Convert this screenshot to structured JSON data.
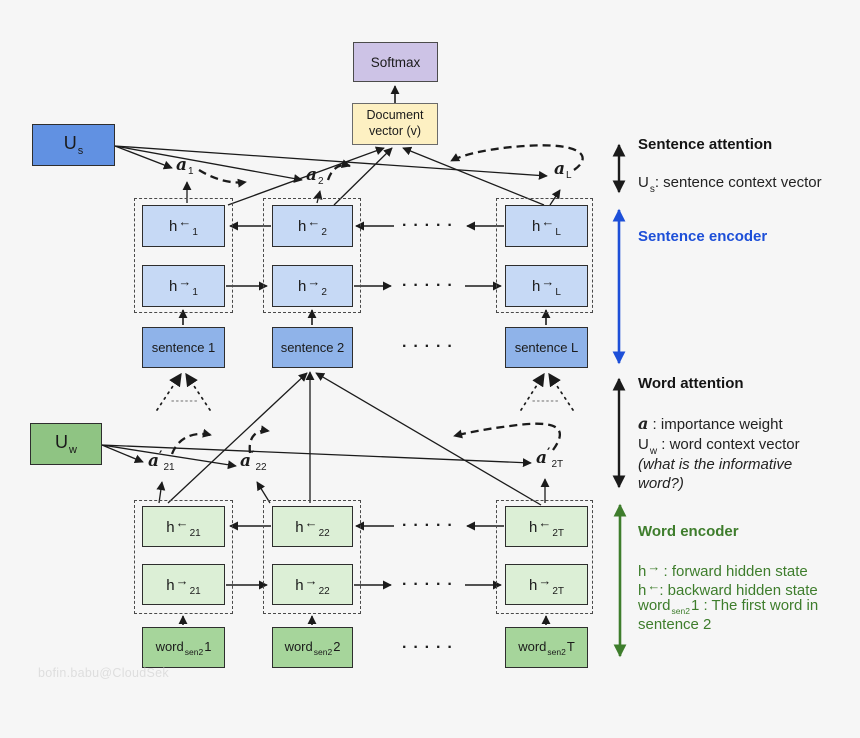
{
  "colors": {
    "background": "#f6f6f6",
    "softmax_fill": "#cdc3e6",
    "doc_fill": "#fdf0c2",
    "us_fill": "#6191e2",
    "uw_fill": "#8fc483",
    "sentence_h_fill": "#c6d9f5",
    "sentence_input_fill": "#8fb3e9",
    "word_h_fill": "#dcefd6",
    "word_input_fill": "#a6d59b",
    "blue_accent": "#1d4fd8",
    "green_accent": "#3e7d2c"
  },
  "nodes": {
    "softmax": "Softmax",
    "doc_line1": "Document",
    "doc_line2": "vector (v)",
    "us": {
      "base": "U",
      "sub": "s"
    },
    "uw": {
      "base": "U",
      "sub": "w"
    }
  },
  "sentence_attention": {
    "weights": [
      {
        "base": "a",
        "sub": "1"
      },
      {
        "base": "a",
        "sub": "2"
      },
      {
        "base": "a",
        "sub": "L"
      }
    ]
  },
  "word_attention": {
    "weights": [
      {
        "base": "a",
        "prime": "′",
        "sub": "21"
      },
      {
        "base": "a",
        "prime": "′",
        "sub": "22"
      },
      {
        "base": "a",
        "prime": "′",
        "sub": "2T"
      }
    ]
  },
  "sentence_encoder": {
    "columns": [
      {
        "back": {
          "base": "h",
          "arrow": "←",
          "sub": "1"
        },
        "fwd": {
          "base": "h",
          "arrow": "→",
          "sub": "1"
        },
        "input": "sentence 1"
      },
      {
        "back": {
          "base": "h",
          "arrow": "←",
          "sub": "2"
        },
        "fwd": {
          "base": "h",
          "arrow": "→",
          "sub": "2"
        },
        "input": "sentence 2"
      },
      {
        "back": {
          "base": "h",
          "arrow": "←",
          "sub": "L"
        },
        "fwd": {
          "base": "h",
          "arrow": "→",
          "sub": "L"
        },
        "input": "sentence L"
      }
    ],
    "ellipsis": "·····"
  },
  "word_encoder": {
    "columns": [
      {
        "back": {
          "base": "h",
          "arrow": "←",
          "sub": "21"
        },
        "fwd": {
          "base": "h",
          "arrow": "→",
          "sub": "21"
        },
        "input": {
          "base": "word",
          "sub": "sen2",
          "tail": "1"
        }
      },
      {
        "back": {
          "base": "h",
          "arrow": "←",
          "sub": "22"
        },
        "fwd": {
          "base": "h",
          "arrow": "→",
          "sub": "22"
        },
        "input": {
          "base": "word",
          "sub": "sen2",
          "tail": "2"
        }
      },
      {
        "back": {
          "base": "h",
          "arrow": "←",
          "sub": "2T"
        },
        "fwd": {
          "base": "h",
          "arrow": "→",
          "sub": "2T"
        },
        "input": {
          "base": "word",
          "sub": "sen2",
          "tail": "T"
        }
      }
    ],
    "ellipsis": "·····"
  },
  "legend": {
    "sentence_attention_title": "Sentence attention",
    "us_base": "U",
    "us_sub": "s",
    "us_desc": ": sentence context vector",
    "sentence_encoder_title": "Sentence encoder",
    "word_attention_title": "Word attention",
    "alpha_symbol": "a",
    "alpha_desc": " : importance weight",
    "uw_base": "U",
    "uw_sub": "w",
    "uw_desc": " : word context vector",
    "note_line1": "(what is the informative",
    "note_line2": "word?)",
    "word_encoder_title": "Word encoder",
    "fwd_base": "h",
    "fwd_arrow": "→",
    "fwd_desc": " :  forward hidden state",
    "bwd_base": "h",
    "bwd_arrow": "←",
    "bwd_desc": ": backward hidden state",
    "word_base": "word",
    "word_sub": "sen2",
    "word_desc": "1 : The first word in",
    "word_desc_line2": "sentence 2"
  },
  "watermark": "bofin.babu@CloudSek"
}
